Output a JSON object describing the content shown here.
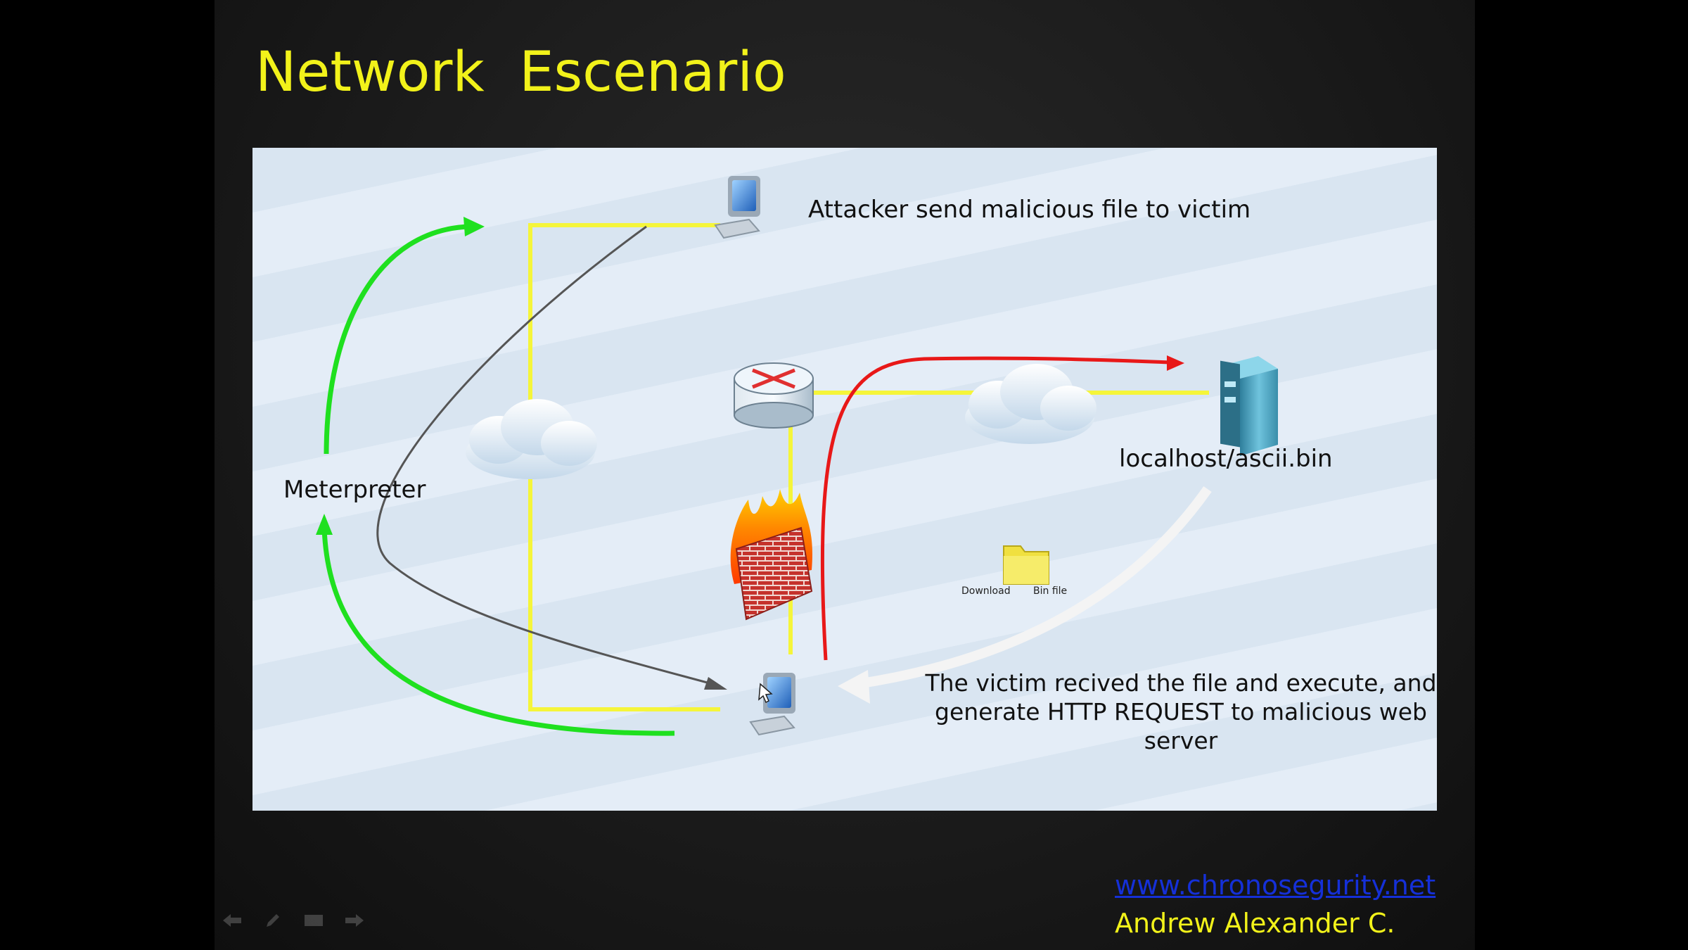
{
  "slide": {
    "title": "Network  Escenario",
    "footer_link": "www.chronosegurity.net",
    "footer_author": "Andrew Alexander C."
  },
  "diagram": {
    "labels": {
      "attacker": "Attacker send malicious file to victim",
      "server": "localhost/ascii.bin",
      "meterpreter": "Meterpreter",
      "download": "Download",
      "bin_file": "Bin file",
      "victim": "The victim recived the file and execute, and generate HTTP REQUEST to malicious web server"
    },
    "colors": {
      "link": "#f5f53a",
      "meterpreter_arrow": "#1fe01f",
      "http_request_arrow": "#e81818",
      "file_transfer_arrow": "#555555",
      "download_arrow": "#f4f4f4"
    }
  },
  "icons": {
    "attacker": "computer-icon",
    "victim": "computer-icon",
    "router": "router-icon",
    "firewall": "firewall-icon",
    "server": "server-icon",
    "clouds": "cloud-icon",
    "file": "folder-icon"
  }
}
